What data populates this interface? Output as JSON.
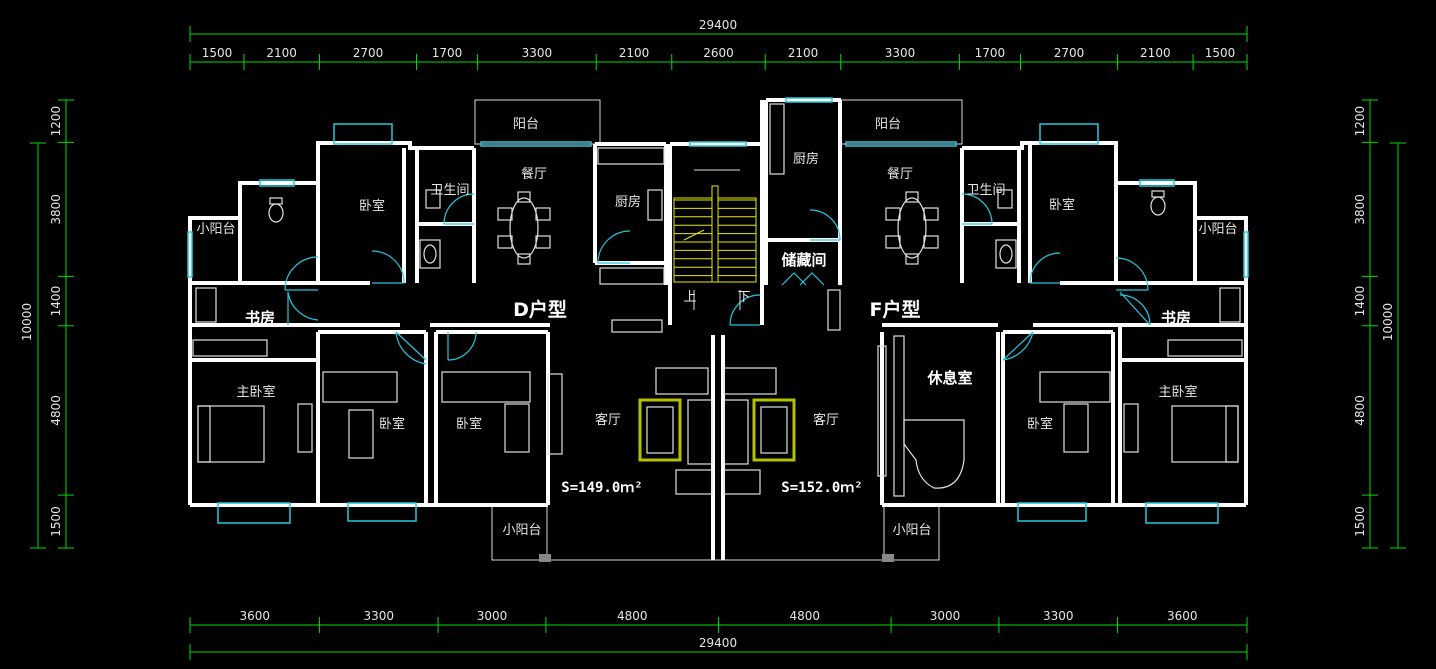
{
  "dimensions": {
    "total": "29400",
    "top_segments": [
      "1500",
      "2100",
      "2700",
      "1700",
      "3300",
      "2100",
      "2600",
      "2100",
      "3300",
      "1700",
      "2700",
      "2100",
      "1500"
    ],
    "bottom_segments": [
      "3600",
      "3300",
      "3000",
      "4800",
      "4800",
      "3000",
      "3300",
      "3600"
    ],
    "left_total": "10000",
    "right_total": "10000",
    "side_segments": [
      "1200",
      "3800",
      "1400",
      "4800",
      "1500"
    ]
  },
  "units": {
    "D": {
      "label": "D户型",
      "area": "S=149.0ｍ²"
    },
    "F": {
      "label": "F户型",
      "area": "S=152.0ｍ²"
    }
  },
  "rooms": {
    "small_balcony": "小阳台",
    "bedroom": "卧室",
    "bathroom": "卫生间",
    "dining": "餐厅",
    "balcony": "阳台",
    "kitchen": "厨房",
    "storage": "储藏间",
    "study": "书房",
    "master_bedroom": "主卧室",
    "living": "客厅",
    "lounge": "休息室",
    "stair_up": "上",
    "stair_down": "下"
  },
  "colors": {
    "background": "#000000",
    "dimension_lines": "#00dd00",
    "walls": "#ffffff",
    "windows_doors": "#22c8e0",
    "stairs": "#e8e800"
  }
}
